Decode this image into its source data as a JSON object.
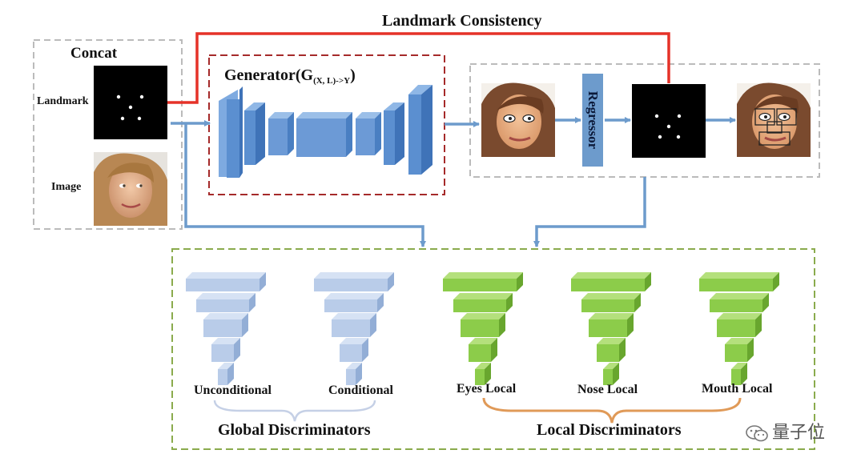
{
  "title": "Landmark Consistency",
  "input": {
    "concat_label": "Concat",
    "landmark_label": "Landmark",
    "image_label": "Image"
  },
  "generator": {
    "label_main": "Generator(G",
    "label_sub": "(X, L)->Y",
    "label_close": ")"
  },
  "regressor_label": "Regressor",
  "discriminators": {
    "global_group": "Global Discriminators",
    "local_group": "Local Discriminators",
    "items": [
      {
        "label": "Unconditional",
        "kind": "global"
      },
      {
        "label": "Conditional",
        "kind": "global"
      },
      {
        "label": "Eyes Local",
        "kind": "local"
      },
      {
        "label": "Nose Local",
        "kind": "local"
      },
      {
        "label": "Mouth Local",
        "kind": "local"
      }
    ]
  },
  "watermark": "量子位",
  "colors": {
    "consistency_line": "#e53228",
    "flow_arrow": "#6d9bcc",
    "generator_box": "#a52a2a",
    "discriminator_box": "#8aab4d",
    "input_box": "#bbbbbb",
    "global_funnel": "#b4c8e6",
    "local_funnel": "#8ccc4a",
    "generator_block": "#5b8fd0",
    "brace_global": "#c5d0e6",
    "brace_local": "#e09a58"
  }
}
